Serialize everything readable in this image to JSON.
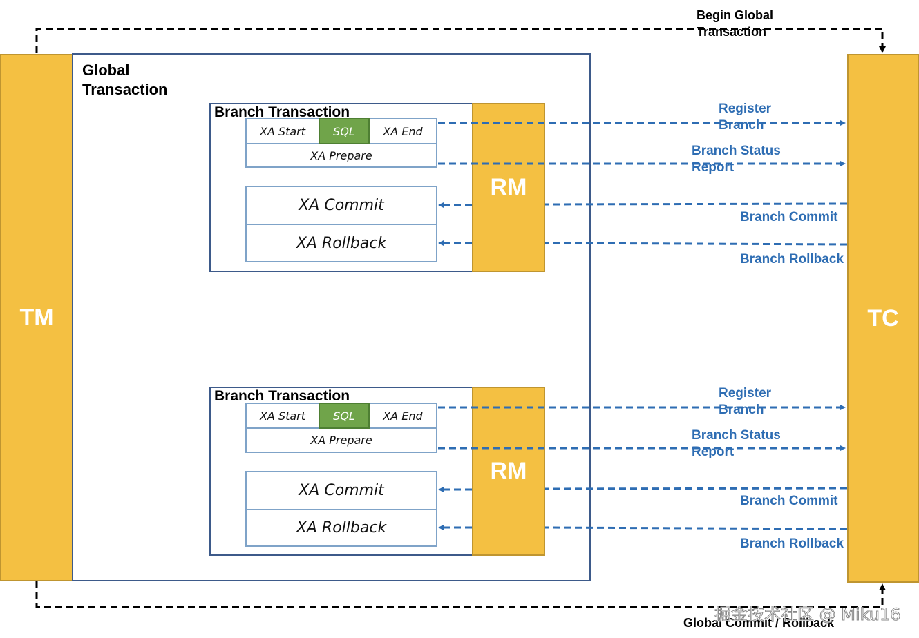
{
  "tm": {
    "label": "TM"
  },
  "tc": {
    "label": "TC"
  },
  "global_transaction": {
    "title_line1": "Global",
    "title_line2": "Transaction"
  },
  "branches": [
    {
      "title": "Branch Transaction",
      "xa_start": "XA Start",
      "sql": "SQL",
      "xa_end": "XA End",
      "xa_prepare": "XA Prepare",
      "xa_commit": "XA Commit",
      "xa_rollback": "XA Rollback",
      "rm": "RM",
      "register_line1": "Register",
      "register_line2": "Branch",
      "status_line1": "Branch Status",
      "status_line2": "Report",
      "branch_commit": "Branch Commit",
      "branch_rollback": "Branch Rollback"
    },
    {
      "title": "Branch Transaction",
      "xa_start": "XA Start",
      "sql": "SQL",
      "xa_end": "XA End",
      "xa_prepare": "XA Prepare",
      "xa_commit": "XA Commit",
      "xa_rollback": "XA Rollback",
      "rm": "RM",
      "register_line1": "Register",
      "register_line2": "Branch",
      "status_line1": "Branch Status",
      "status_line2": "Report",
      "branch_commit": "Branch Commit",
      "branch_rollback": "Branch Rollback"
    }
  ],
  "begin_global": {
    "line1": "Begin Global",
    "line2": "Transaction"
  },
  "global_commit_rollback": "Global Commit / Rollback",
  "watermark": "掘金技术社区 @ Miku16",
  "colors": {
    "bar_fill": "#f4c042",
    "sql_fill": "#70a44a",
    "arrow_blue": "#2e6db3",
    "box_border": "#3d5a8a"
  }
}
